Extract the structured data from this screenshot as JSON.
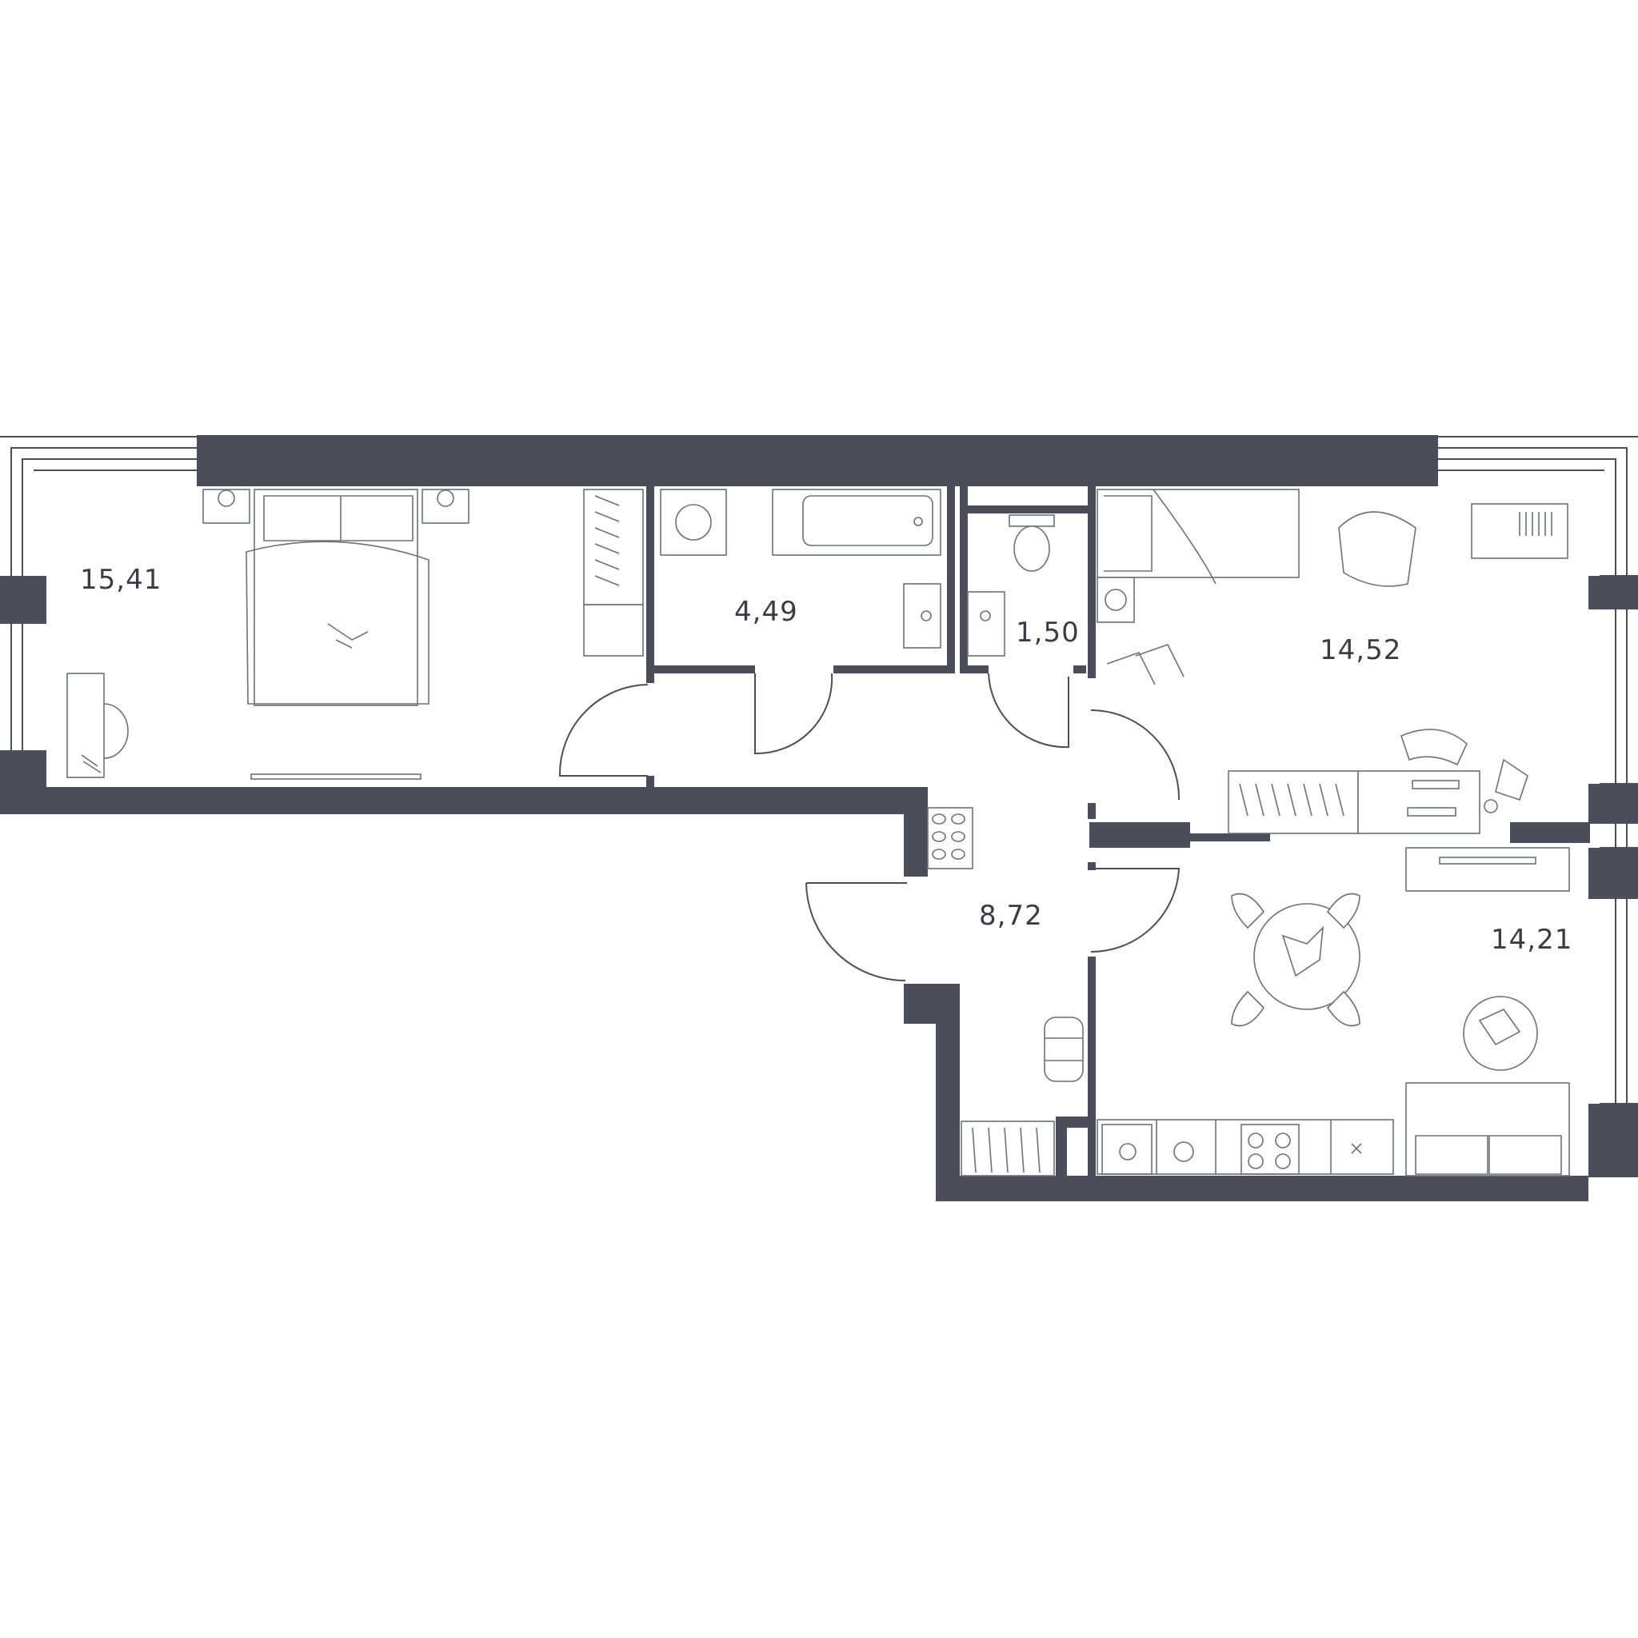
{
  "rooms": [
    {
      "id": "bedroom",
      "area": "15,41"
    },
    {
      "id": "bathroom",
      "area": "4,49"
    },
    {
      "id": "toilet",
      "area": "1,50"
    },
    {
      "id": "child-room",
      "area": "14,52"
    },
    {
      "id": "hallway",
      "area": "8,72"
    },
    {
      "id": "kitchen-living",
      "area": "14,21"
    }
  ],
  "colors": {
    "wall": "#4b4e58",
    "furniture_stroke": "#6d7079",
    "background": "#ffffff"
  }
}
